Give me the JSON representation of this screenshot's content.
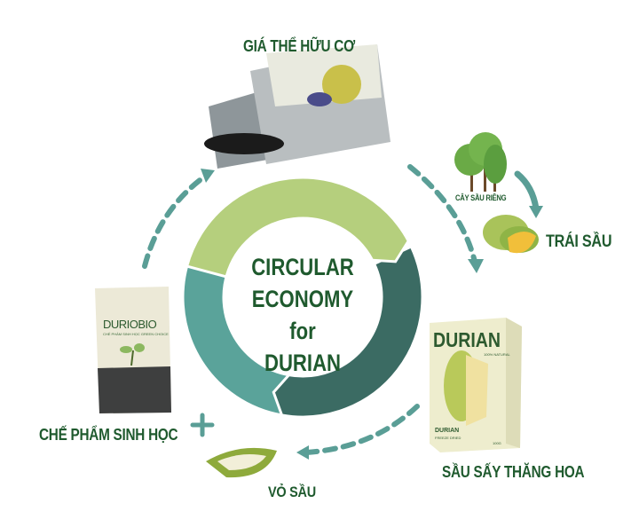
{
  "center": {
    "line1": "CIRCULAR",
    "line2": "ECONOMY for",
    "line3": "DURIAN"
  },
  "labels": {
    "top": "GIÁ THỂ HỮU CƠ",
    "tree": "CÂY SẦU RIÊNG",
    "fruit": "TRÁI SẦU",
    "dried": "SẦU SẤY THĂNG HOA",
    "husk": "VỎ SẦU",
    "bio": "CHẾ PHẨM SINH HỌC"
  },
  "products": {
    "bio_pack": {
      "brand": "DURIOBIO",
      "subtitle": "CHẾ PHẨM SINH HỌC GREEN CHOICE"
    },
    "durian_box": {
      "brand": "DURIAN",
      "tag": "100% NATURAL",
      "name": "DURIAN",
      "sub": "FREEZE DRIED",
      "weight": "100G"
    }
  },
  "colors": {
    "ring_light_green": "#b5cf7d",
    "ring_dark_teal": "#3b6b63",
    "ring_teal": "#5aa39a",
    "arrow_teal": "#5a9e96",
    "text_green": "#1f5a2e"
  },
  "icons": [
    "soil-bag-icon",
    "tree-icon",
    "durian-fruit-icon",
    "durian-box-icon",
    "husk-icon",
    "bio-pack-icon",
    "plus-icon"
  ]
}
